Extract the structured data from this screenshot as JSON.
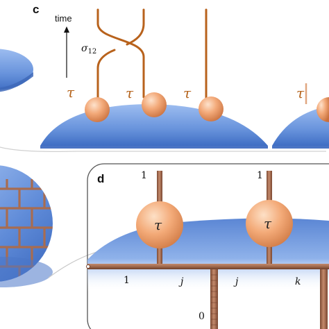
{
  "panel_c": {
    "label": "c",
    "time_axis_label": "time",
    "braid_label": "σ",
    "braid_label_sub": "12",
    "anyon_labels": [
      "τ",
      "τ",
      "τ",
      "τ"
    ]
  },
  "panel_d": {
    "label": "d",
    "top_leg_labels": [
      "1",
      "1"
    ],
    "sphere_labels": [
      "τ",
      "τ"
    ],
    "bond_labels": [
      "1",
      "j",
      "j",
      "k"
    ],
    "bottom_leg_label": "0"
  },
  "colors": {
    "strand": "#b8621c",
    "sphere": "#f2a877",
    "disk": "#6d9ae0",
    "rod": "#a06a4e"
  }
}
